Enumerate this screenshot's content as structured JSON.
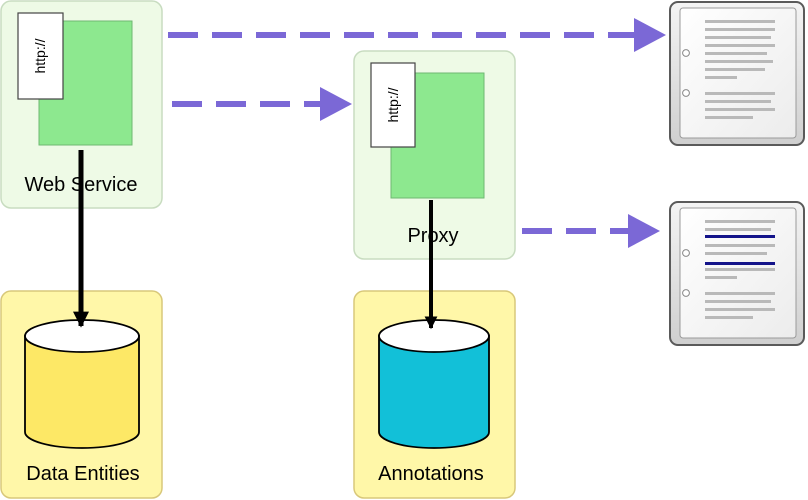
{
  "nodes": {
    "web_service": {
      "label": "Web Service",
      "url_tag": "http://"
    },
    "proxy": {
      "label": "Proxy",
      "url_tag": "http://"
    },
    "data_entities": {
      "label": "Data Entities"
    },
    "annotations": {
      "label": "Annotations"
    }
  },
  "colors": {
    "service_panel_fill": "#eefae6",
    "service_panel_stroke": "#c8dcc0",
    "service_page_fill": "#8de88f",
    "store_panel_fill": "#fff7a8",
    "store_panel_stroke": "#d8c87a",
    "data_cylinder": "#fde866",
    "annotation_cylinder": "#12c0d8",
    "request_arrow": "#7b68d6",
    "dependency_arrow": "#000000",
    "highlight_line": "#14148a"
  },
  "icons": {
    "plain_document": "document-icon",
    "annotated_document": "annotated-document-icon"
  }
}
